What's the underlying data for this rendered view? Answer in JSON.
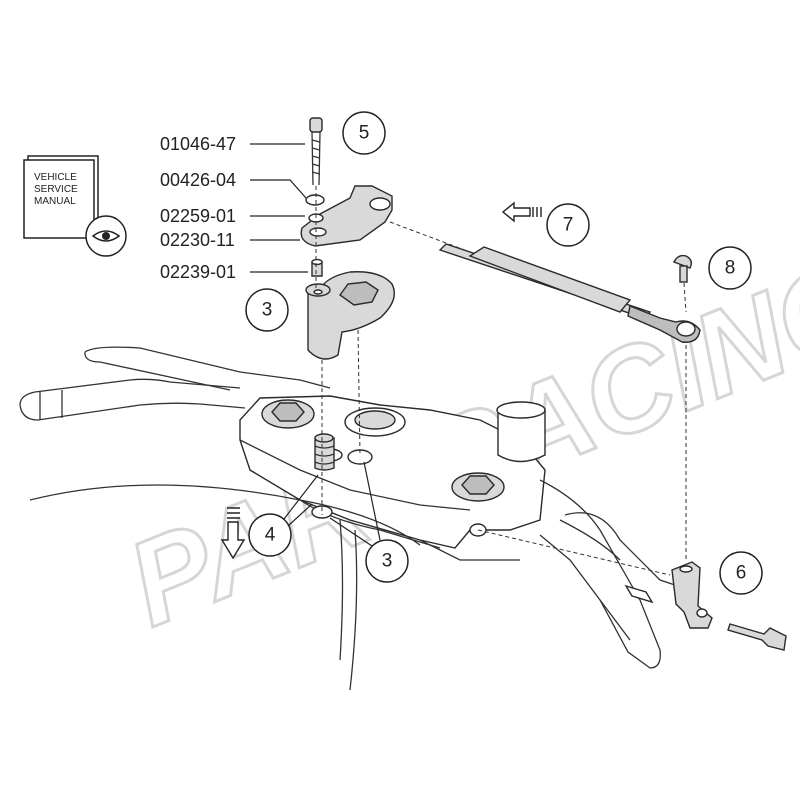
{
  "manual": {
    "lines": [
      "VEHICLE",
      "SERVICE",
      "MANUAL"
    ],
    "icon": "eye-icon"
  },
  "watermark": "PARTRACING",
  "part_numbers": [
    "01046-47",
    "00426-04",
    "02259-01",
    "02230-11",
    "02239-01"
  ],
  "callouts": [
    "5",
    "3",
    "7",
    "8",
    "4",
    "3",
    "6"
  ],
  "colors": {
    "line": "#2a2a2a",
    "part_fill": "#d9d9d9",
    "watermark": "#d6d6d6"
  }
}
